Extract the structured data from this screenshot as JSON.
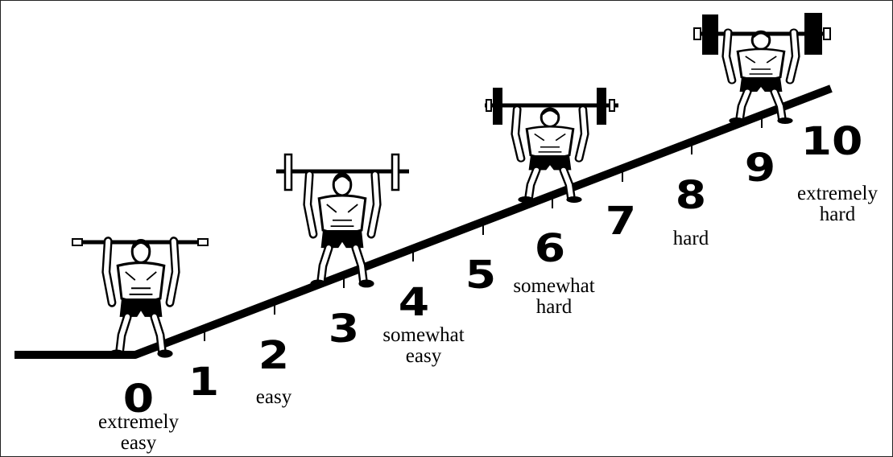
{
  "scale": {
    "levels": [
      {
        "number": "0",
        "label_line1": "extremely",
        "label_line2": "easy"
      },
      {
        "number": "1",
        "label_line1": "",
        "label_line2": ""
      },
      {
        "number": "2",
        "label_line1": "easy",
        "label_line2": ""
      },
      {
        "number": "3",
        "label_line1": "",
        "label_line2": ""
      },
      {
        "number": "4",
        "label_line1": "somewhat",
        "label_line2": "easy"
      },
      {
        "number": "5",
        "label_line1": "",
        "label_line2": ""
      },
      {
        "number": "6",
        "label_line1": "somewhat",
        "label_line2": "hard"
      },
      {
        "number": "7",
        "label_line1": "",
        "label_line2": ""
      },
      {
        "number": "8",
        "label_line1": "hard",
        "label_line2": ""
      },
      {
        "number": "9",
        "label_line1": "",
        "label_line2": ""
      },
      {
        "number": "10",
        "label_line1": "extremely",
        "label_line2": "hard"
      }
    ]
  },
  "colors": {
    "ink": "#000000",
    "background": "#ffffff"
  },
  "figures": [
    {
      "icon": "weightlifter-light-bar-icon"
    },
    {
      "icon": "weightlifter-small-plates-icon"
    },
    {
      "icon": "weightlifter-medium-plates-icon"
    },
    {
      "icon": "weightlifter-heavy-plates-icon"
    }
  ]
}
